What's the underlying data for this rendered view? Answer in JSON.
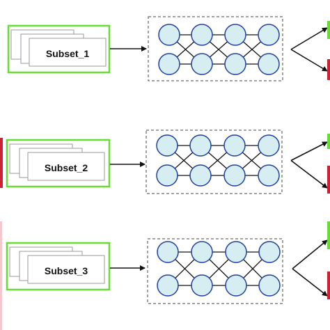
{
  "rows": [
    {
      "label": "Subset_1"
    },
    {
      "label": "Subset_2"
    },
    {
      "label": "Subset_3"
    }
  ],
  "colors": {
    "subset_border": "#66dd33",
    "node_fill": "#d6eef2",
    "node_stroke": "#1f3fa0",
    "edge": "#111111",
    "network_box_border": "#444444",
    "left_red_bar": "#cc2233",
    "left_pink_bar": "#f4c7cf",
    "right_green_mark": "#66dd33",
    "right_red_mark": "#cc2233"
  }
}
